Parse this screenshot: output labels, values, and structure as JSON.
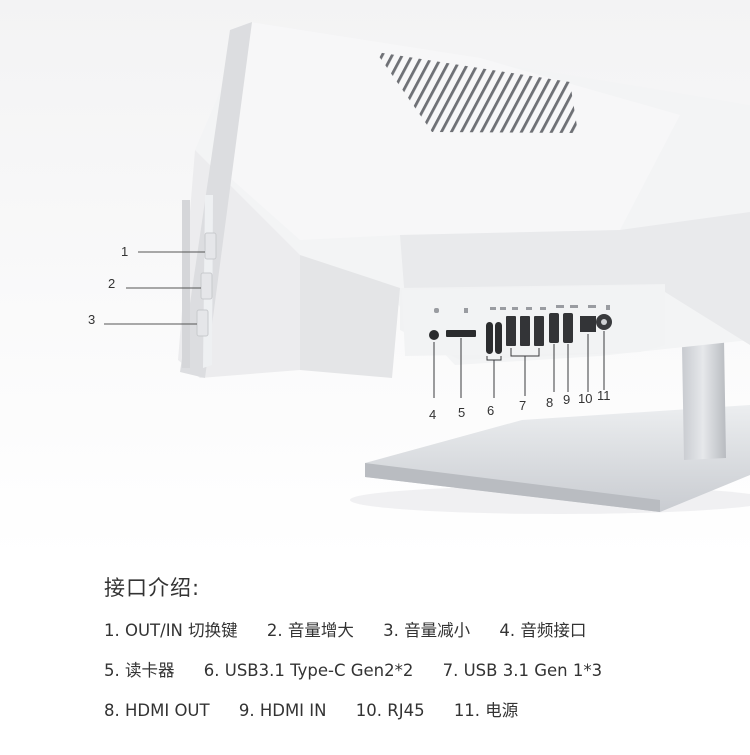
{
  "callouts": {
    "side_buttons": [
      "1",
      "2",
      "3"
    ],
    "ports": [
      "4",
      "5",
      "6",
      "7",
      "8",
      "9",
      "10",
      "11"
    ]
  },
  "legend": {
    "title": "接口介绍:",
    "rows": [
      [
        "1. OUT/IN 切换键",
        "2. 音量增大",
        "3. 音量减小",
        "4. 音频接口"
      ],
      [
        "5. 读卡器",
        "6. USB3.1 Type-C Gen2*2",
        "7. USB 3.1 Gen 1*3"
      ],
      [
        "8. HDMI OUT",
        "9. HDMI IN",
        "10. RJ45",
        "11. 电源"
      ]
    ]
  },
  "colors": {
    "panel": "#f4f4f5",
    "panel_shadow": "#e0e1e3",
    "panel_dark": "#cfd1d4",
    "vent": "#7d7f84",
    "stand": "#d6d8dc",
    "base": "#e3e5e8",
    "text": "#333333"
  }
}
